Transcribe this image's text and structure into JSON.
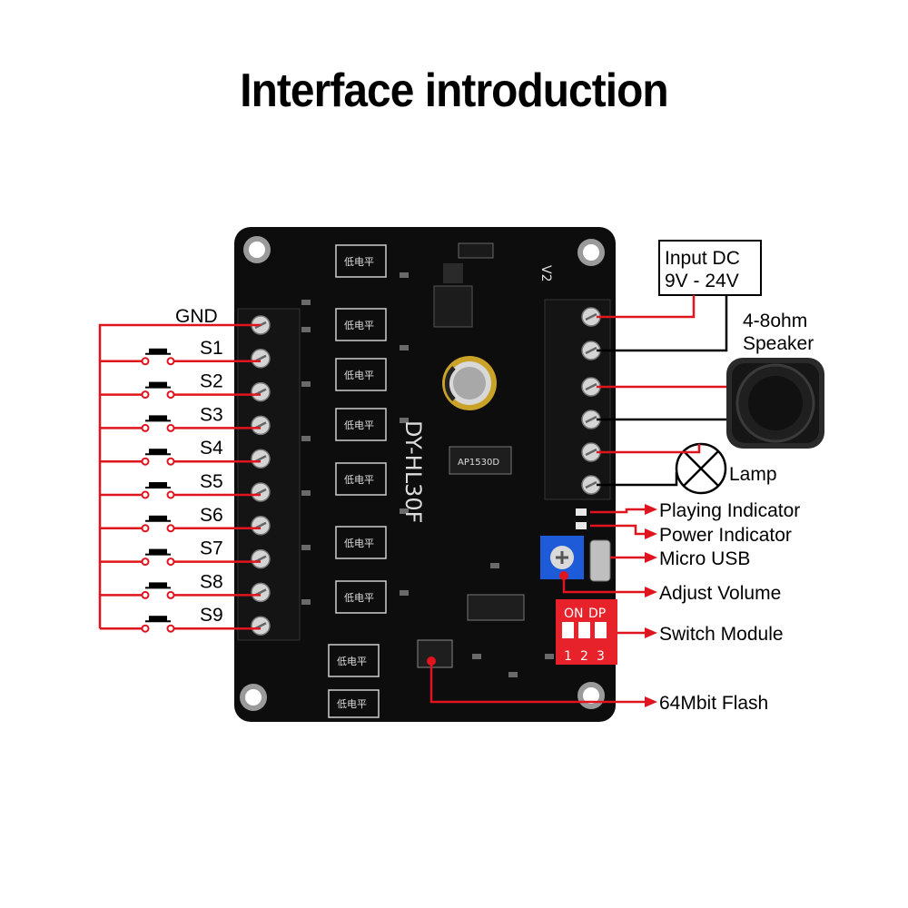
{
  "title": "Interface introduction",
  "board": {
    "model": "DY-HL30F",
    "silkscreen_v2": "V2",
    "chip_label": "AP1530D",
    "dip_on": "ON",
    "dip_dp": "DP",
    "dip_numbers": [
      "1",
      "2",
      "3"
    ],
    "low_level_mark": "低电平"
  },
  "left_terminals": {
    "gnd": "GND",
    "switches": [
      "S1",
      "S2",
      "S3",
      "S4",
      "S5",
      "S6",
      "S7",
      "S8",
      "S9"
    ]
  },
  "right_labels": {
    "input_dc_line1": "Input DC",
    "input_dc_line2": "9V - 24V",
    "speaker_line1": "4-8ohm",
    "speaker_line2": "Speaker",
    "lamp": "Lamp",
    "playing_indicator": "Playing Indicator",
    "power_indicator": "Power Indicator",
    "micro_usb": "Micro USB",
    "adjust_volume": "Adjust Volume",
    "switch_module": "Switch Module",
    "flash": "64Mbit Flash"
  },
  "colors": {
    "wire_red": "#e0141e",
    "wire_black": "#000000",
    "pcb": "#0d0d0d",
    "terminal": "#141414",
    "potentiometer": "#1e5bd8",
    "dip_switch": "#e8222a"
  }
}
